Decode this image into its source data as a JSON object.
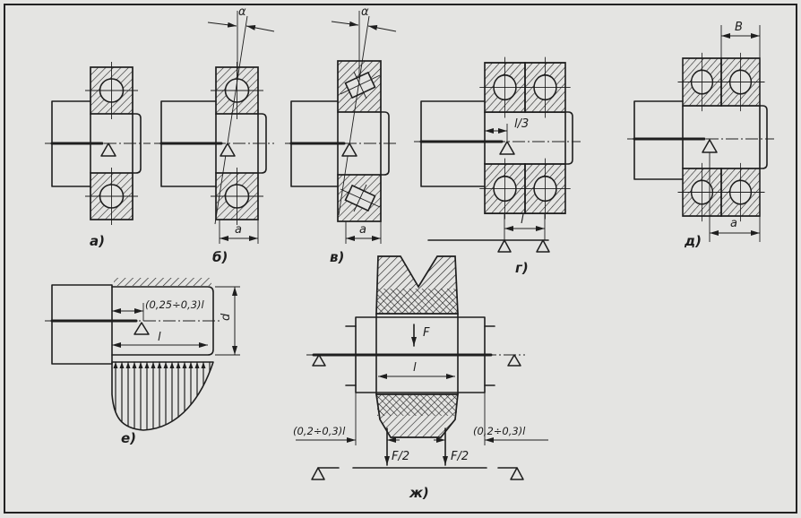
{
  "fig_a": {
    "caption": "а)"
  },
  "fig_b": {
    "caption": "б)",
    "angle": "α",
    "dim_a": "a"
  },
  "fig_v": {
    "caption": "в)",
    "angle": "α",
    "dim_a": "a"
  },
  "fig_g": {
    "caption": "г)",
    "offset": "l/3",
    "span": "l"
  },
  "fig_d": {
    "caption": "д)",
    "width": "B",
    "dim_a": "a"
  },
  "fig_e": {
    "caption": "е)",
    "offset": "(0,25÷0,3)l",
    "length": "l",
    "diameter": "d"
  },
  "fig_zh": {
    "caption": "ж)",
    "force": "F",
    "length": "l",
    "offset_left": "(0,2÷0,3)l",
    "offset_right": "(0,2÷0,3)l",
    "half_force_left": "F/2",
    "half_force_right": "F/2"
  },
  "colors": {
    "paper": "#e4e4e2",
    "ink": "#1e1e1e",
    "frame": "#222222"
  }
}
